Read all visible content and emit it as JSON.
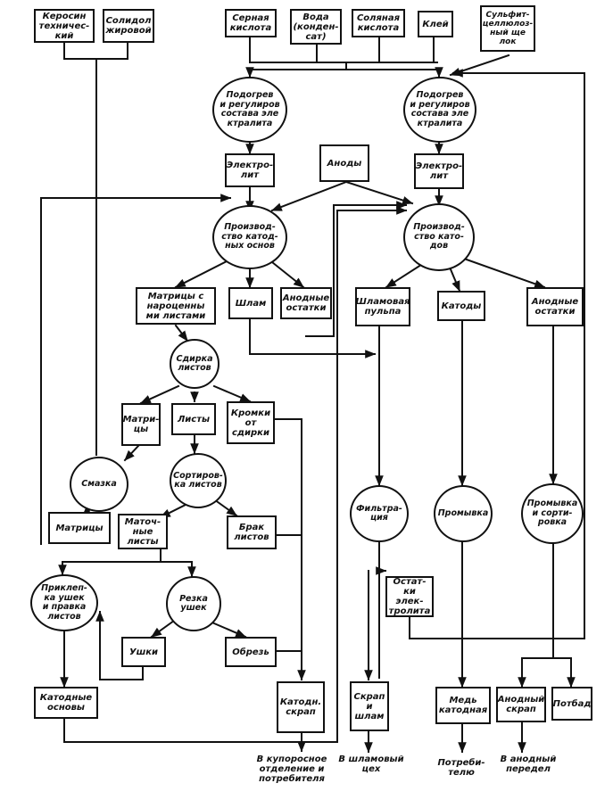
{
  "inputs": {
    "kerosene": "Керосин\nтехничес-\nкий",
    "grease": "Солидол\nжировой",
    "sulfuric_acid": "Серная\nкислота",
    "water": "Вода\n(конден-\nсат)",
    "hydrochloric_acid": "Соляная\nкислота",
    "glue": "Клей",
    "sulfite_liquor": "Сульфит-\nцеллюлоз-\nный ще\nлок"
  },
  "electrolyte_prep_left": "Подогрев\nи регулиров\nсостава эле\nктралита",
  "electrolyte_prep_right": "Подогрев\nи регулиров\nсостава эле\nктралита",
  "electrolyte_left": "Электро-\nлит",
  "electrolyte_right": "Электро-\nлит",
  "anodes": "Аноды",
  "cathode_base_production": "Производ-\nство катод-\nных основ",
  "cathode_production": "Производ-\nство като-\nдов",
  "left_branch": {
    "matrices_with_sheets": "Матрицы с\nнароценны\nми листами",
    "sludge": "Шлам",
    "anode_remains": "Анодные\nостатки",
    "stripping": "Сдирка\nлистов",
    "matrices": "Матри-\nцы",
    "sheets": "Листы",
    "edges": "Кромки\nот\nсдирки",
    "lubrication": "Смазка",
    "matrices2": "Матрицы",
    "sorting": "Сортиров-\nка листов",
    "parent_sheets": "Маточ-\nные\nлисты",
    "reject_sheets": "Брак\nлистов",
    "loop_riveting": "Приклеп-\nка ушек\nи правка\nлистов",
    "loop_cutting": "Резка\nушек",
    "loops": "Ушки",
    "trimmings": "Обрезь",
    "cathode_bases": "Катодные\nосновы",
    "cathode_scrap": "Катодн.\nскрап"
  },
  "right_branch": {
    "slime_pulp": "Шламовая\nпульпа",
    "cathodes": "Катоды",
    "anode_remains": "Анодные\nостатки",
    "filtration": "Фильтра-\nция",
    "washing": "Промывка",
    "washing_sorting": "Промывка\nи сорти-\nровка",
    "electrolyte_residue": "Остат-\nки элек-\nтролита",
    "scrap_and_slime": "Скрап\nи\nшлам",
    "cathode_copper": "Медь\nкатодная",
    "anode_scrap": "Анодный\nскрап",
    "losses": "Потбад"
  },
  "outputs": {
    "to_copper_sulfate": "В купоросное\nотделение и\nпотребителя",
    "to_slime_shop": "В шламовый\nцех",
    "to_consumer": "Потреби-\nтелю",
    "to_anode_stage": "В анодный\nпередел"
  }
}
